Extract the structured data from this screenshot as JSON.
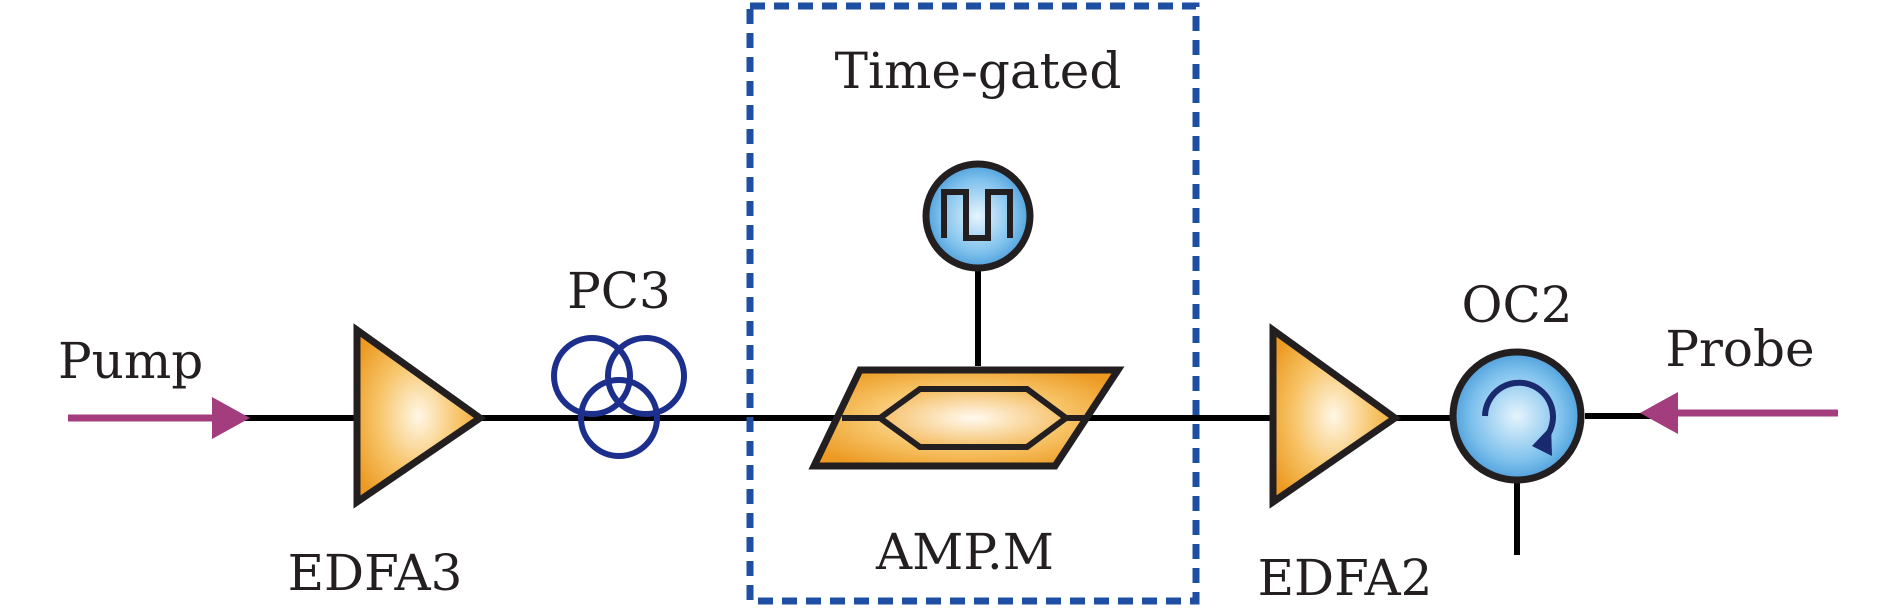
{
  "title": "Time-gated",
  "labels": {
    "pump": "Pump",
    "probe": "Probe",
    "pc": "PC3",
    "edfa_left": "EDFA3",
    "edfa_right": "EDFA2",
    "modulator": "AMP.M",
    "circulator": "OC2"
  },
  "icons": {
    "pulse_generator": "square-wave-pulse-icon",
    "circulator": "circulator-arrow-icon"
  },
  "colors": {
    "fiber": "#000000",
    "signal_arrow": "#a33d7d",
    "gate_box": "#1f4fa3",
    "polarization_controller": "#1d2f8c",
    "amplifier_fill": "#f0a532",
    "round_device_fill": "#3f9ddd",
    "text": "#231f20"
  }
}
